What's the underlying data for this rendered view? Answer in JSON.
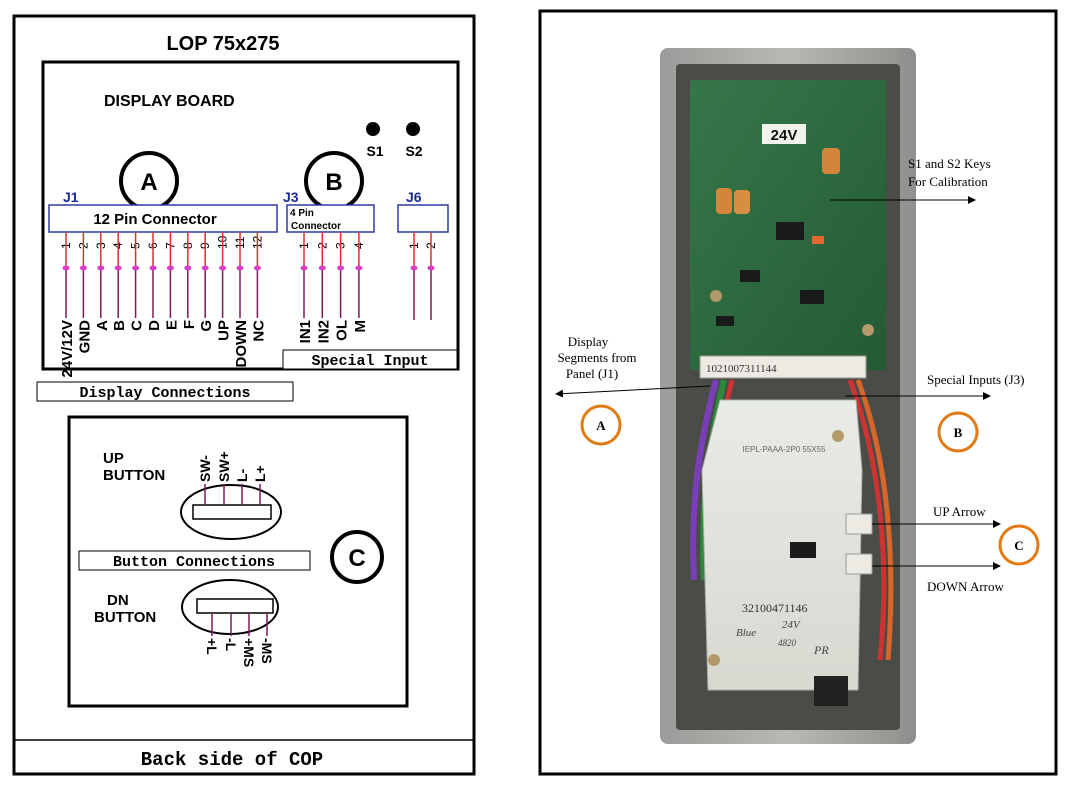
{
  "left_panel": {
    "title": "LOP 75x275",
    "display_board": "DISPLAY BOARD",
    "keys": [
      "S1",
      "S2"
    ],
    "circles": [
      "A",
      "B",
      "C"
    ],
    "j1": {
      "name": "J1",
      "connector_label": "12 Pin Connector",
      "pins": [
        "1",
        "2",
        "3",
        "4",
        "5",
        "6",
        "7",
        "8",
        "9",
        "10",
        "11",
        "12"
      ],
      "signals": [
        "24V/12V",
        "GND",
        "A",
        "B",
        "C",
        "D",
        "E",
        "F",
        "G",
        "UP",
        "DOWN",
        "NC"
      ]
    },
    "j3": {
      "name": "J3",
      "connector_label_1": "4 Pin",
      "connector_label_2": "Connector",
      "pins": [
        "1",
        "2",
        "3",
        "4"
      ],
      "signals": [
        "IN1",
        "IN2",
        "OL",
        "M"
      ]
    },
    "j6": {
      "name": "J6",
      "pins": [
        "1",
        "2"
      ]
    },
    "special_input_label": "Special Input",
    "display_connections_label": "Display Connections",
    "up_button": {
      "label_1": "UP",
      "label_2": "BUTTON",
      "pins": [
        "SW-",
        "SW+",
        "L-",
        "L+"
      ]
    },
    "button_connections_label": "Button Connections",
    "dn_button": {
      "label_1": "DN",
      "label_2": "BUTTON",
      "pins": [
        "+L",
        "-L",
        "+MS",
        "-MS"
      ]
    },
    "footer": "Back side of COP"
  },
  "right_panel": {
    "photo_labels": {
      "board_tag": "24V",
      "connector_code": "1021007311144",
      "board_model": "IEPL-PAAA-2P0 55X55",
      "board_code": "32100471146",
      "handwritten_1": "Blue",
      "handwritten_2": "24V",
      "handwritten_3": "PR",
      "handwritten_4": "4820"
    },
    "s1s2_line1": "S1 and S2 Keys",
    "s1s2_line2": "For Calibration",
    "display_seg_line1": "Display",
    "display_seg_line2": "Segments from",
    "display_seg_line3": "Panel (J1)",
    "special_inputs": "Special Inputs (J3)",
    "up_arrow": "UP Arrow",
    "down_arrow": "DOWN Arrow",
    "circles": [
      "A",
      "B",
      "C"
    ]
  },
  "colors": {
    "connector_border": "#2d3a9e",
    "connector_label": "#1a2a9a",
    "wire_red": "#d63232",
    "wire_purple": "#7a1a5a",
    "junction_dot": "#d63fc6",
    "circle_orange": "#e07b16",
    "pcb_green": "#2e6b3f",
    "enclosure_grey": "#8c8f8c"
  }
}
